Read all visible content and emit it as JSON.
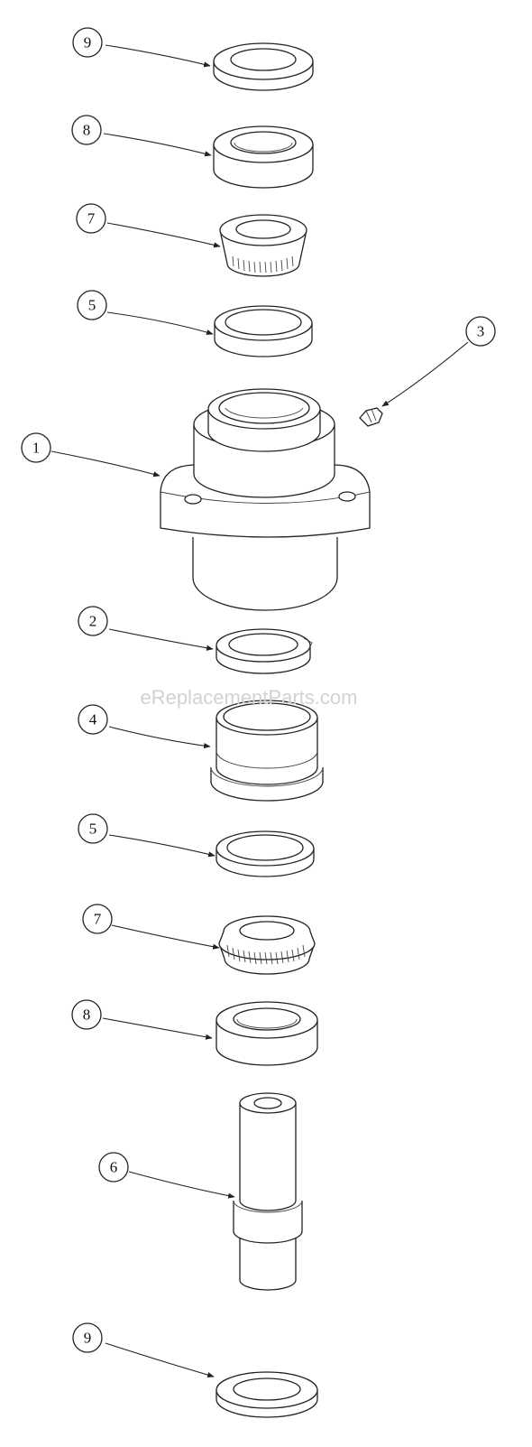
{
  "watermark": "eReplacementParts.com",
  "callouts": [
    "9",
    "8",
    "7",
    "5",
    "3",
    "1",
    "2",
    "4",
    "5",
    "7",
    "8",
    "6",
    "9"
  ],
  "colors": {
    "line": "#222222",
    "paper": "#ffffff",
    "watermark": "#d2d2d2"
  }
}
